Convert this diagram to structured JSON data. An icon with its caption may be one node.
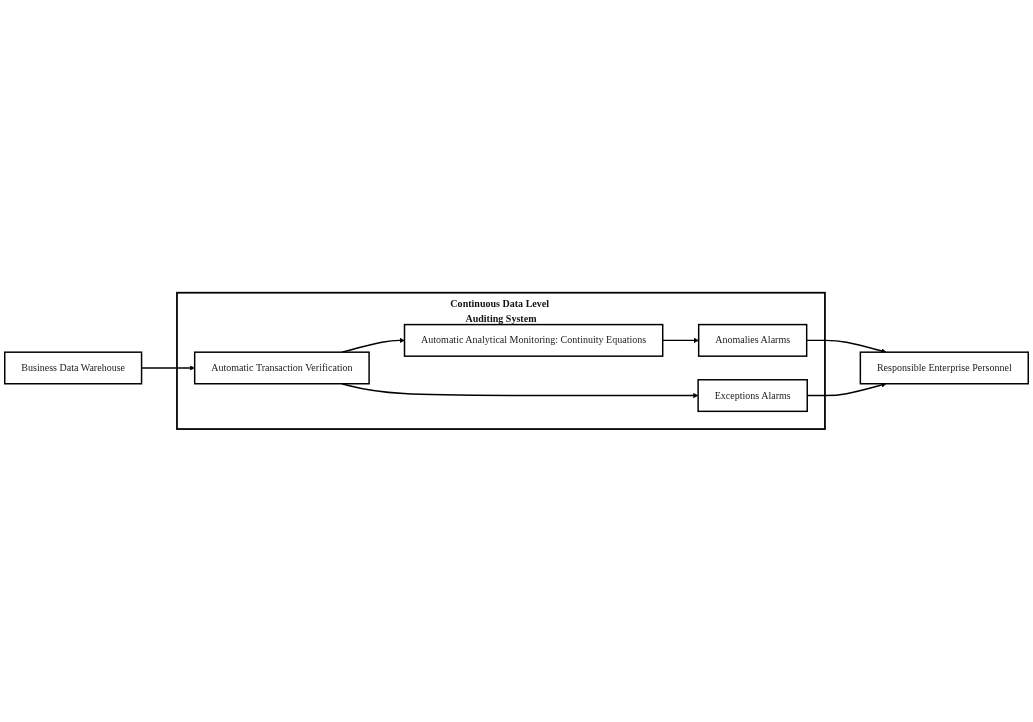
{
  "diagram": {
    "nodes": [
      {
        "text": [
          "Continuous Data Level Auditing System"
        ]
      },
      {
        "text": [
          "Automatic Analytical Monitoring: Continuity Equations"
        ],
        "in": 0
      },
      {
        "text": [
          "Anomalies Alarms"
        ],
        "in": 0
      },
      {
        "text": [
          "Automatic Transaction Verification"
        ],
        "in": 0
      },
      {
        "text": [
          "Exceptions Alarms"
        ],
        "in": 0
      },
      {
        "text": [
          "Responsible Enterprise Personnel"
        ]
      },
      {
        "text": [
          "Business Data Warehouse"
        ]
      }
    ],
    "edges": [
      {
        "from": 1,
        "to": 2,
        "arrow": "to"
      },
      {
        "from": 3,
        "to": 1,
        "arrow": "to"
      },
      {
        "from": 3,
        "to": 4,
        "arrow": "to"
      },
      {
        "from": 2,
        "to": 5,
        "arrow": "to"
      },
      {
        "from": 4,
        "to": 5,
        "arrow": "to"
      },
      {
        "from": 6,
        "to": 3,
        "arrow": "to"
      }
    ]
  }
}
